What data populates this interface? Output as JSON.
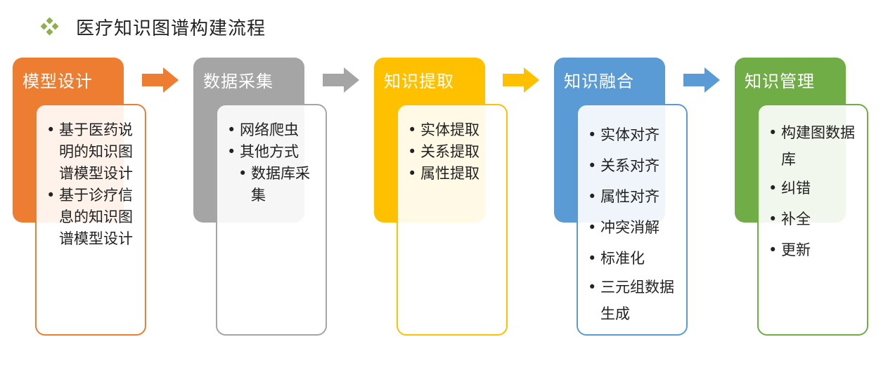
{
  "title": "医疗知识图谱构建流程",
  "stages": [
    {
      "name": "模型设计",
      "color": "#ed7d31",
      "items": [
        "基于医药说明的知识图谱模型设计",
        "基于诊疗信息的知识图谱模型设计"
      ]
    },
    {
      "name": "数据采集",
      "color": "#a5a5a5",
      "items": [
        "网络爬虫",
        "其他方式"
      ],
      "subitems": [
        "数据库采集"
      ]
    },
    {
      "name": "知识提取",
      "color": "#ffc000",
      "items": [
        "实体提取",
        "关系提取",
        "属性提取"
      ]
    },
    {
      "name": "知识融合",
      "color": "#5b9bd5",
      "items": [
        "实体对齐",
        "关系对齐",
        "属性对齐",
        "冲突消解",
        "标准化",
        "三元组数据生成"
      ]
    },
    {
      "name": "知识管理",
      "color": "#70ad47",
      "items": [
        "构建图数据库",
        "纠错",
        "补全",
        "更新"
      ]
    }
  ],
  "arrow_colors": [
    "#ed7d31",
    "#a5a5a5",
    "#ffc000",
    "#5b9bd5"
  ]
}
